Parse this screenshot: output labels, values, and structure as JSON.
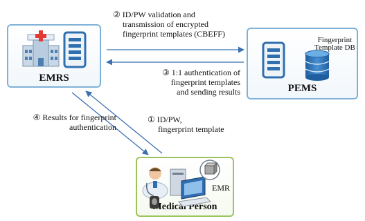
{
  "nodes": {
    "emrs": "EMRS",
    "pems": "PEMS",
    "medical": "Medical Person",
    "fingerprint_db": [
      "Fingerprint",
      "Template DB"
    ],
    "emr_label": "EMR"
  },
  "edges": {
    "step2": [
      "② ID/PW validation and",
      "transmission of encrypted",
      "fingerprint templates (CBEFF)"
    ],
    "step3": [
      "③ 1:1 authentication of",
      "fingerprint templates",
      "and sending results"
    ],
    "step4": [
      "④ Results for fingerprint",
      "authentication"
    ],
    "step1": [
      "① ID/PW,",
      "fingerprint template"
    ]
  }
}
